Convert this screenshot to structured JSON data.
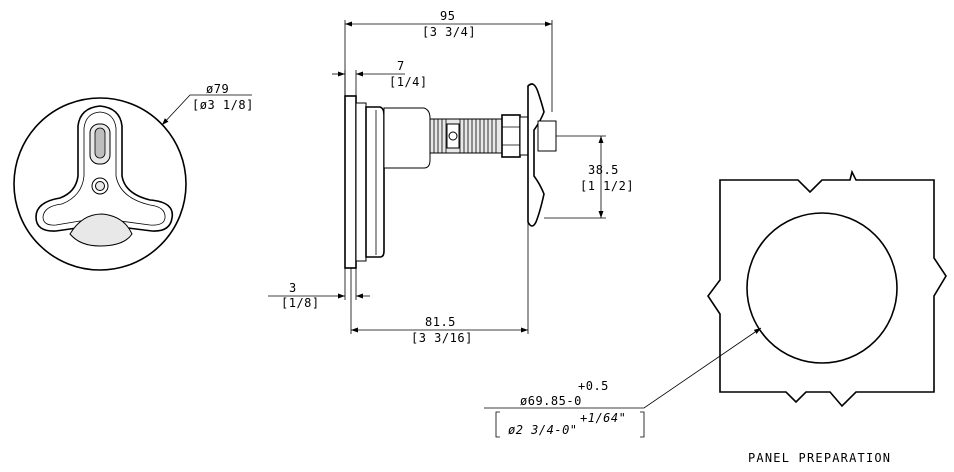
{
  "front_view": {
    "diameter_metric": "ø79",
    "diameter_imperial": "[ø3 1/8]"
  },
  "side_view": {
    "overall_length_metric": "95",
    "overall_length_imperial": "[3 3/4]",
    "flange_depth_metric": "7",
    "flange_depth_imperial": "[1/4]",
    "flange_thickness_metric": "3",
    "flange_thickness_imperial": "[1/8]",
    "body_length_metric": "81.5",
    "body_length_imperial": "[3 3/16]",
    "cam_height_metric": "38.5",
    "cam_height_imperial": "[1 1/2]"
  },
  "panel": {
    "tolerance_metric_plus": "+0.5",
    "hole_diameter_metric": "ø69.85-0",
    "tolerance_imperial_plus": "+1/64\"",
    "hole_diameter_imperial": "ø2 3/4-0\"",
    "label": "PANEL PREPARATION"
  }
}
